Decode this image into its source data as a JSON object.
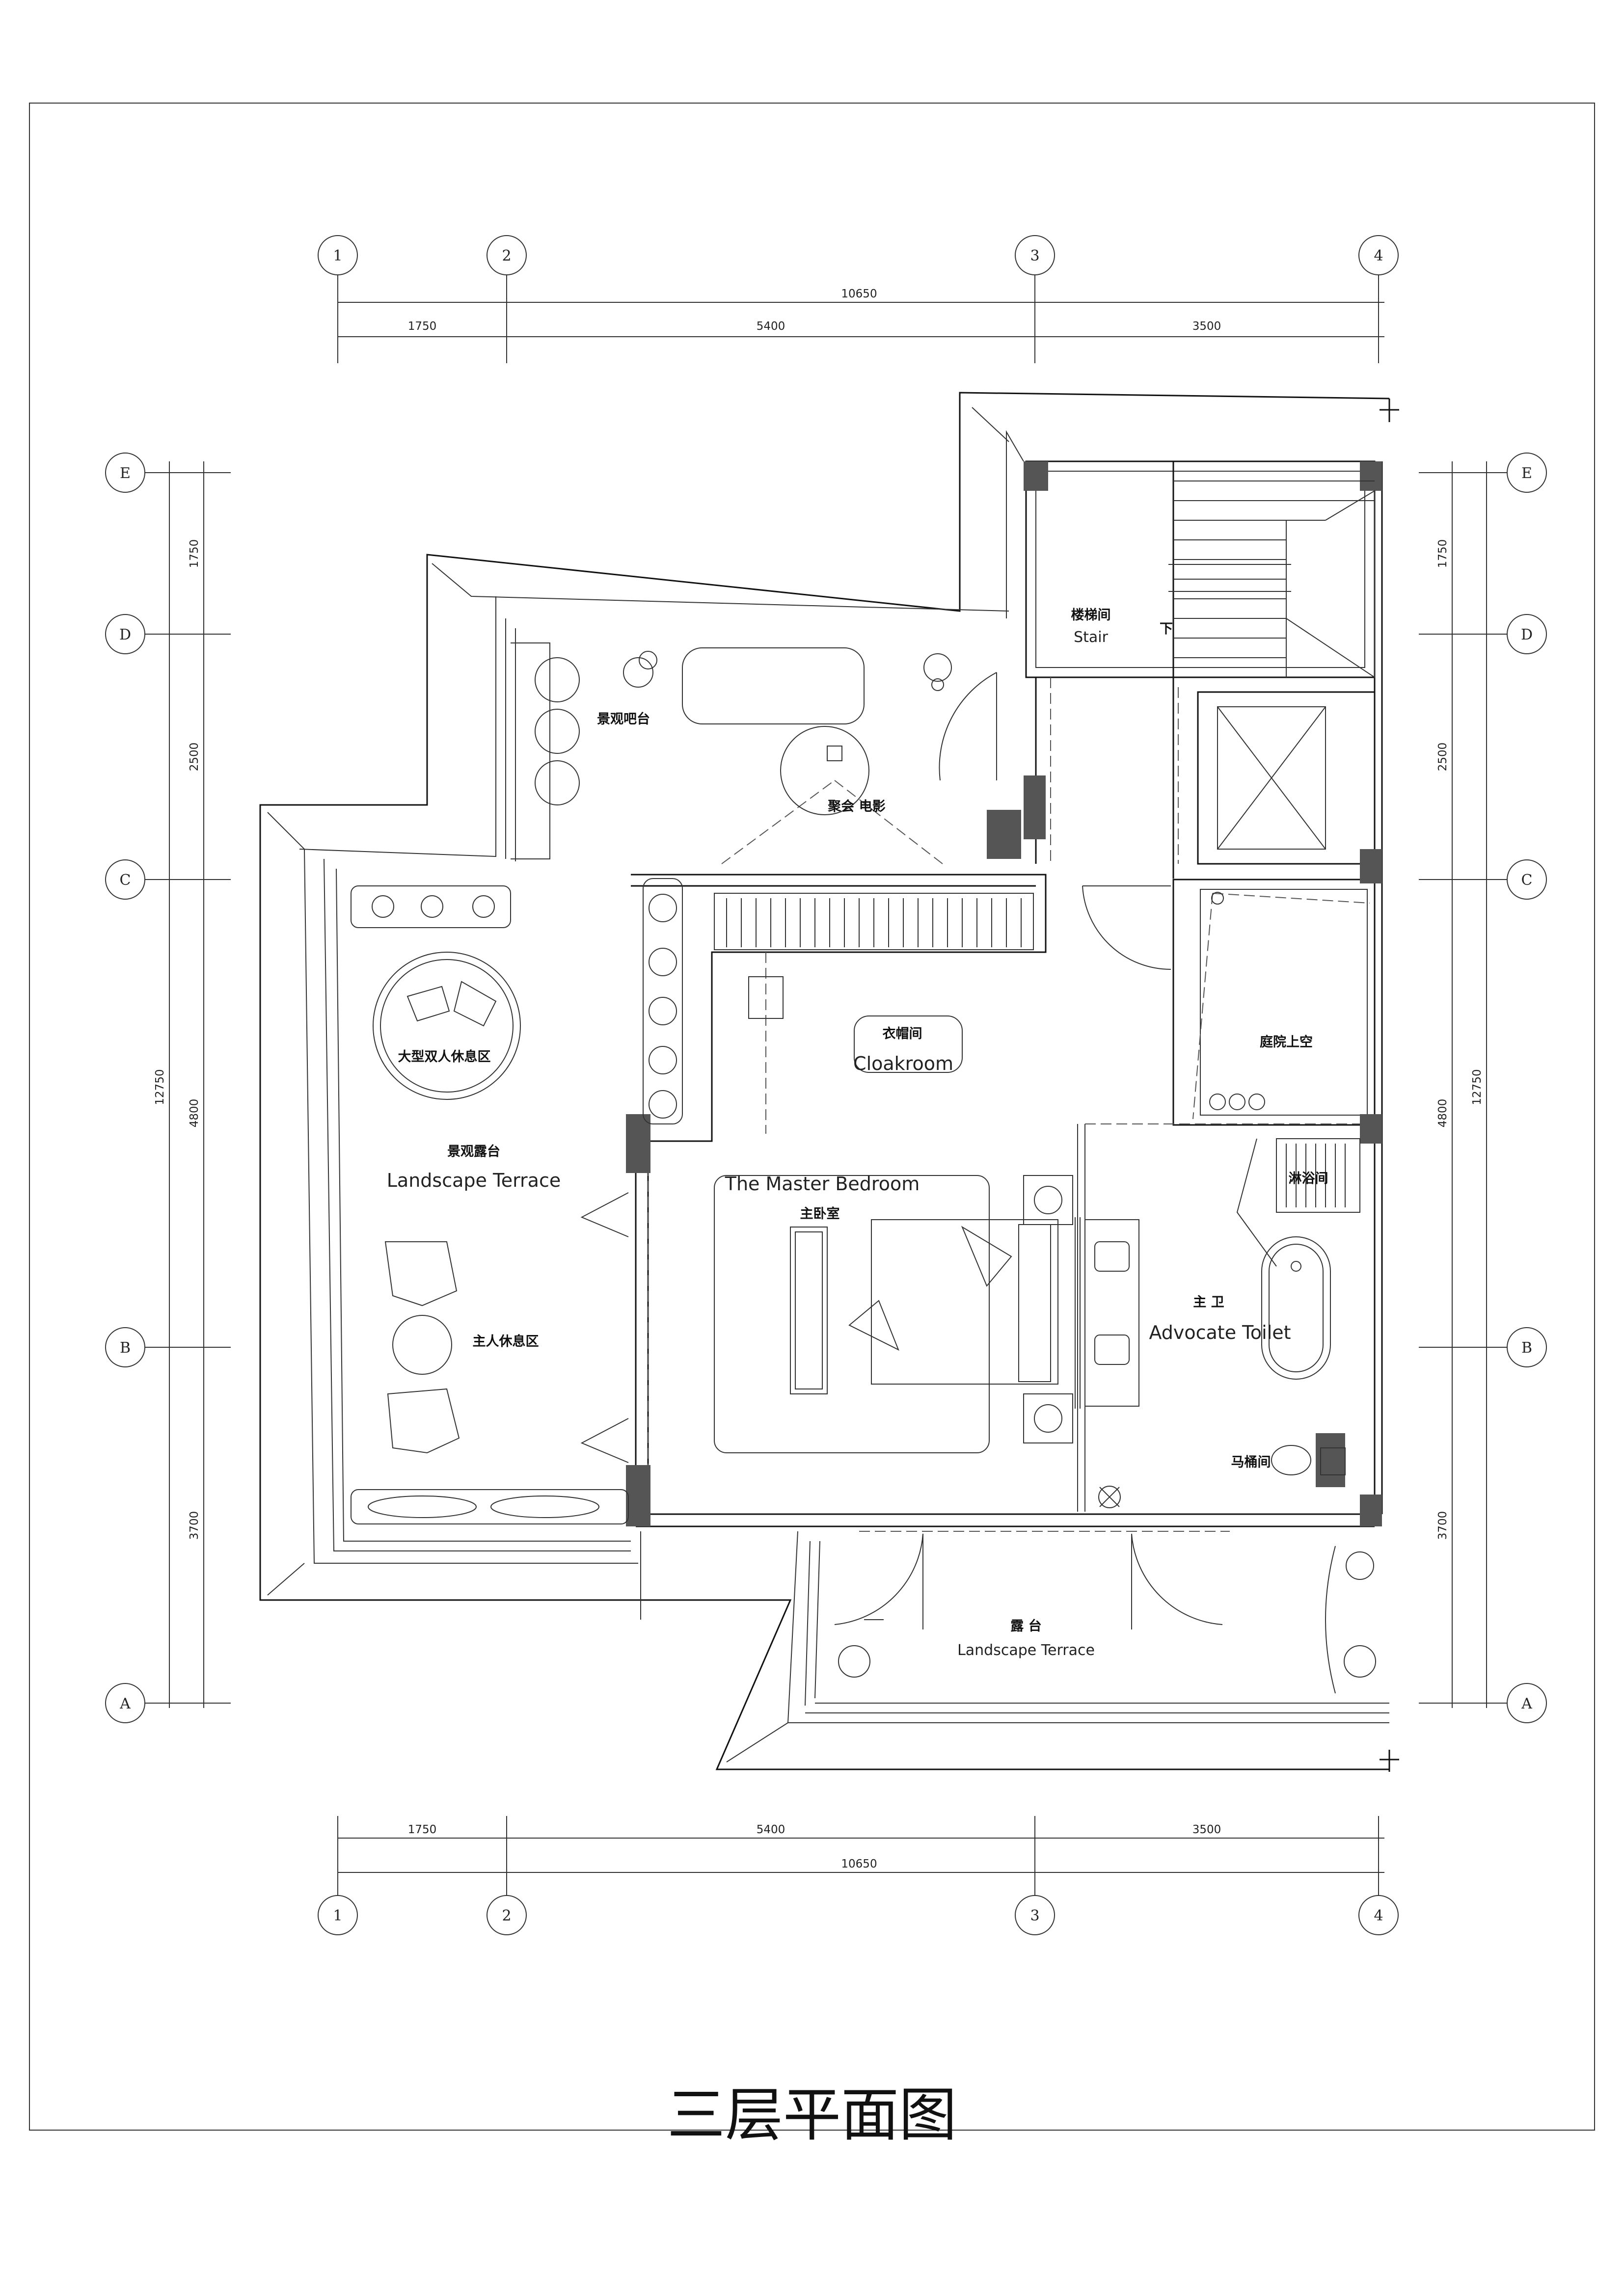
{
  "title": "三层平面图",
  "axes": {
    "columns": [
      {
        "id": "1",
        "pos": 0
      },
      {
        "id": "2",
        "pos": 1750
      },
      {
        "id": "3",
        "pos": 7150
      },
      {
        "id": "4",
        "pos": 10650
      }
    ],
    "rows": [
      {
        "id": "E",
        "pos": 12750
      },
      {
        "id": "D",
        "pos": 11000
      },
      {
        "id": "C",
        "pos": 8500
      },
      {
        "id": "B",
        "pos": 3700
      },
      {
        "id": "A",
        "pos": 0
      }
    ]
  },
  "dimensions": {
    "horizontal_total": "10650",
    "horizontal_segments": [
      "1750",
      "5400",
      "3500"
    ],
    "vertical_total": "12750",
    "vertical_segments": [
      "1750",
      "2500",
      "4800",
      "3700"
    ]
  },
  "rooms": {
    "stair": {
      "cn": "楼梯间",
      "en": "Stair",
      "down": "下"
    },
    "bar": {
      "cn": "景观吧台"
    },
    "cinema": {
      "cn": "聚会 电影"
    },
    "cloakroom": {
      "cn": "衣帽间",
      "en": "Cloakroom"
    },
    "courtyard_void": {
      "cn": "庭院上空"
    },
    "big_lounge": {
      "cn": "大型双人休息区"
    },
    "terrace_west": {
      "cn": "景观露台",
      "en": "Landscape Terrace"
    },
    "master_bedroom": {
      "en": "The Master Bedroom",
      "cn": "主卧室"
    },
    "owner_lounge": {
      "cn": "主人休息区"
    },
    "shower": {
      "cn": "淋浴间"
    },
    "master_bath": {
      "cn": "主 卫",
      "en": "Advocate Toilet"
    },
    "wc": {
      "cn": "马桶间"
    },
    "terrace_south": {
      "cn": "露 台",
      "en": "Landscape Terrace"
    }
  },
  "colors": {
    "line": "#111111",
    "wall_fill": "#555555",
    "background": "#ffffff"
  }
}
